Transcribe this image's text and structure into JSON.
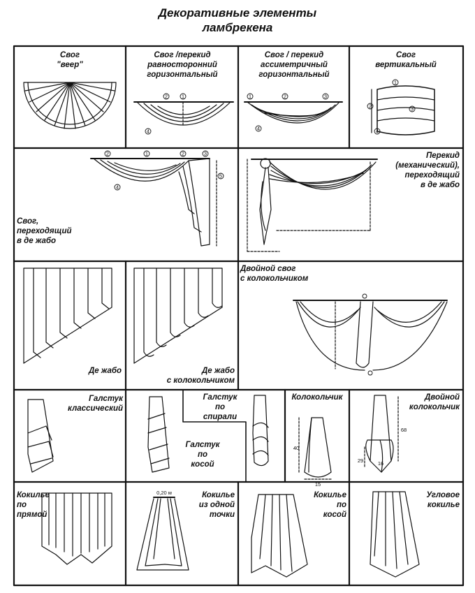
{
  "title": {
    "line1": "Декоративные элементы",
    "line2": "ламбрекена"
  },
  "cells": {
    "swag_fan": [
      "Свог",
      "\"веер\""
    ],
    "swag_equal": [
      "Свог /перекид",
      "равносторонний",
      "горизонтальный"
    ],
    "swag_asym": [
      "Свог / перекид",
      "ассиметричный",
      "горизонтальный"
    ],
    "swag_vertical": [
      "Свог",
      "вертикальный"
    ],
    "swag_dejabot": [
      "Свог,",
      "переходящий",
      "в де жабо"
    ],
    "perekid": [
      "Перекид",
      "(механический),",
      "переходящий",
      "в де жабо"
    ],
    "double_swag": [
      "Двойной свог",
      "с колокольчиком"
    ],
    "dejabot": [
      "Де жабо"
    ],
    "dejabot_bell": [
      "Де жабо",
      "с колокольчиком"
    ],
    "tie_classic": [
      "Галстук",
      "классический"
    ],
    "tie_spiral": [
      "Галстук",
      "по",
      "спирали"
    ],
    "tie_bias": [
      "Галстук",
      "по",
      "косой"
    ],
    "bell": [
      "Колокольчик"
    ],
    "double_bell": [
      "Двойной",
      "колокольчик"
    ],
    "coquille_straight": [
      "Кокилье",
      "по",
      "прямой"
    ],
    "coquille_point": [
      "Кокилье",
      "из одной",
      "точки"
    ],
    "coquille_bias": [
      "Кокилье",
      "по",
      "косой"
    ],
    "coquille_corner": [
      "Угловое",
      "кокилье"
    ]
  },
  "marks": {
    "n1": "1",
    "n2": "2",
    "n3": "3",
    "n4": "4",
    "n5": "5",
    "dim40": "40",
    "dim15": "15",
    "dim68": "68",
    "dim29": "29",
    "dim16": "16",
    "width_020": "0,20 м"
  },
  "colors": {
    "ink": "#111111",
    "paper": "#ffffff"
  }
}
